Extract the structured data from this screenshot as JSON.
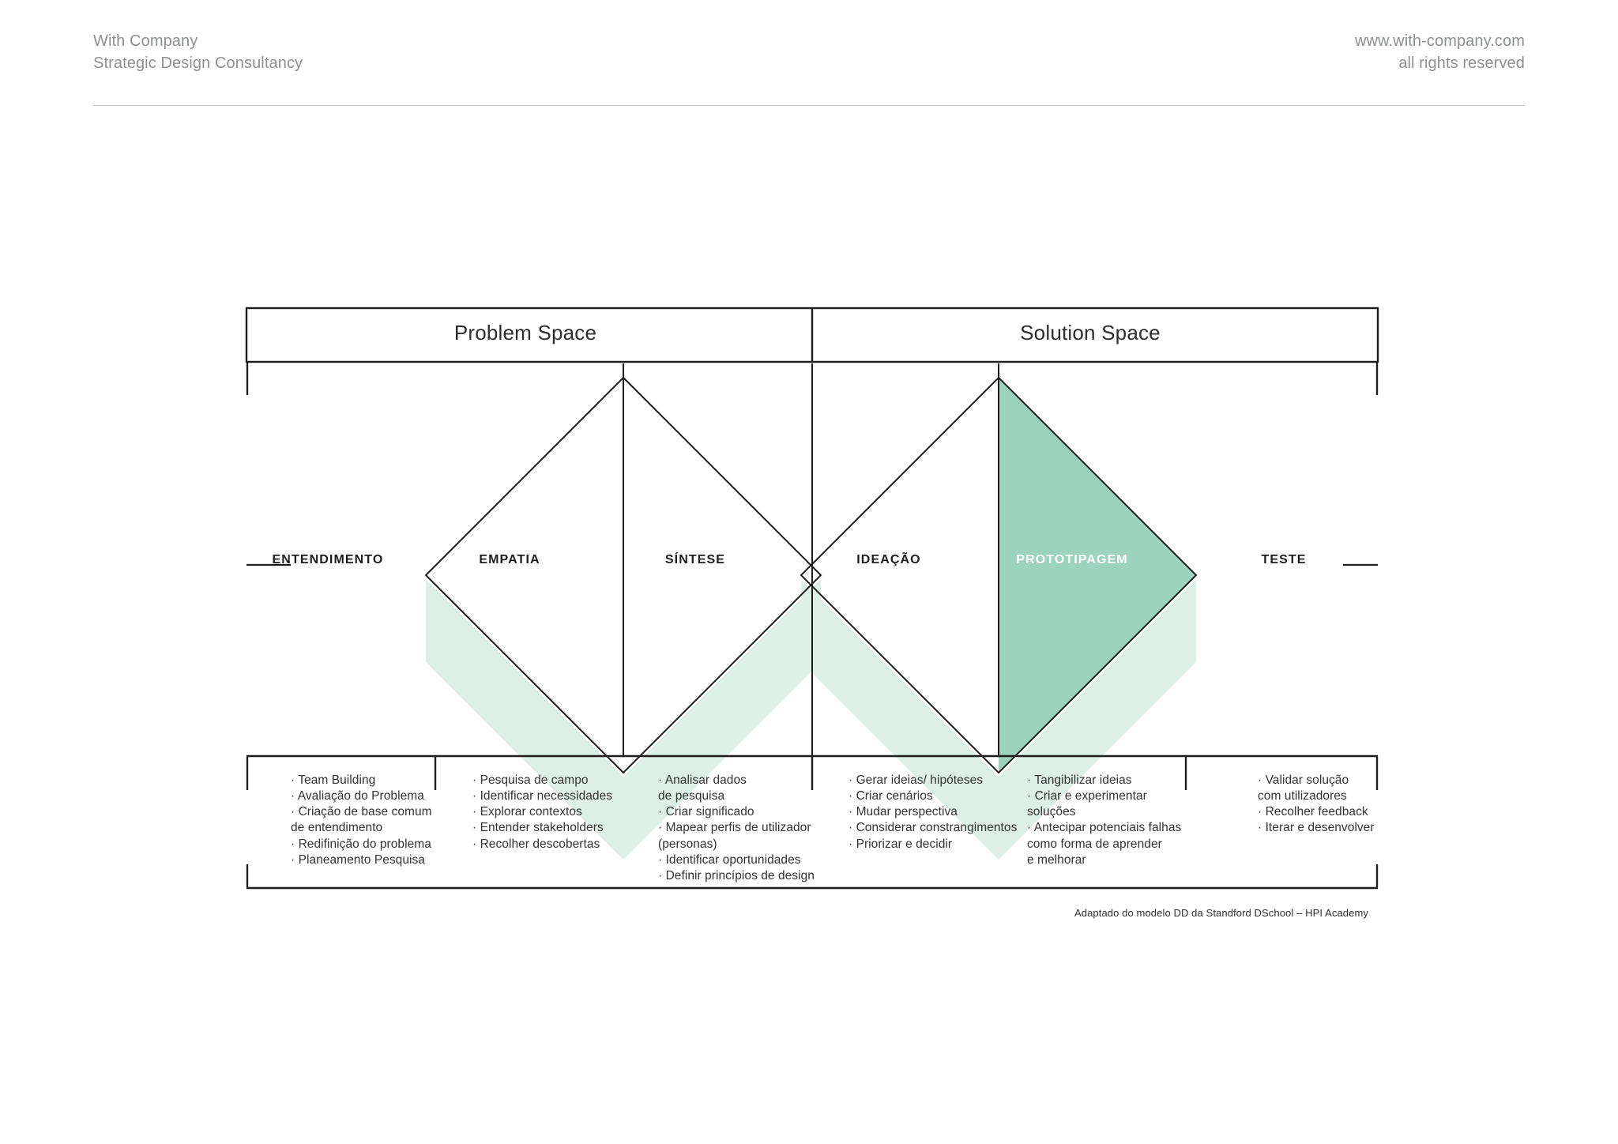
{
  "header": {
    "company": "With Company\nStrategic Design Consultancy",
    "website": "www.with-company.com\nall rights reserved"
  },
  "colors": {
    "accent_solid": "#9CD3BE",
    "accent_pale": "#DDEFE7",
    "line": "#1d1d1d",
    "text": "#333333",
    "muted": "#8e9090"
  },
  "diagram": {
    "spaces": [
      {
        "label": "Problem Space"
      },
      {
        "label": "Solution Space"
      }
    ],
    "phases": [
      {
        "label": "ENTENDIMENTO",
        "filled": false
      },
      {
        "label": "EMPATIA",
        "filled": false
      },
      {
        "label": "SÍNTESE",
        "filled": false
      },
      {
        "label": "IDEAÇÃO",
        "filled": false
      },
      {
        "label": "PROTOTIPAGEM",
        "filled": true
      },
      {
        "label": "TESTE",
        "filled": false
      }
    ],
    "columns": [
      {
        "phase": "ENTENDIMENTO",
        "items": [
          "· Team Building",
          "· Avaliação do Problema",
          "· Criação de base comum",
          "de entendimento",
          "· Redifinição do problema",
          "· Planeamento Pesquisa"
        ]
      },
      {
        "phase": "EMPATIA",
        "items": [
          "· Pesquisa de campo",
          "· Identificar necessidades",
          "· Explorar contextos",
          "· Entender stakeholders",
          "· Recolher descobertas"
        ]
      },
      {
        "phase": "SÍNTESE",
        "items": [
          "· Analisar dados",
          "de pesquisa",
          "· Criar significado",
          "· Mapear perfis de utilizador",
          "(personas)",
          "· Identificar oportunidades",
          "· Definir princípios de design"
        ]
      },
      {
        "phase": "IDEAÇÃO",
        "items": [
          "· Gerar ideias/ hipóteses",
          "· Criar cenários",
          "· Mudar perspectiva",
          "· Considerar constrangimentos",
          "· Priorizar e decidir"
        ]
      },
      {
        "phase": "PROTOTIPAGEM",
        "items": [
          "· Tangibilizar ideias",
          "· Criar e experimentar",
          "soluções",
          "· Antecipar potenciais falhas",
          "como forma de aprender",
          "e melhorar"
        ]
      },
      {
        "phase": "TESTE",
        "items": [
          "· Validar solução",
          "com utilizadores",
          "· Recolher feedback",
          "· Iterar e desenvolver"
        ]
      }
    ],
    "attribution": "Adaptado do modelo DD da Standford DSchool – HPI Academy"
  }
}
